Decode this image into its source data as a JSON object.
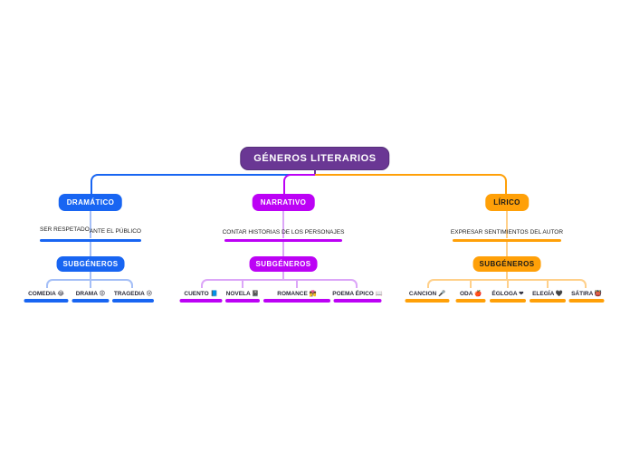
{
  "root": {
    "label": "GÉNEROS LITERARIOS"
  },
  "colors": {
    "root-purple": "#6A3794",
    "blue": "#1865F2",
    "blue-light": "#A5BFF7",
    "magenta": "#BC02F5",
    "magenta-light": "#DCA6F8",
    "orange": "#FFA008",
    "orange-light": "#FFD08A",
    "text-dark": "#2B2B3A",
    "bg": "#FFFFFF"
  },
  "branches": [
    {
      "label": "DRAMÁTICO",
      "description": "SER RESPETADO ANTE EL PÚBLICO",
      "description_parts": [
        "SER RESPETADO",
        "ANTE EL PÚBLICO"
      ],
      "subgenres_label": "SUBGÉNEROS",
      "leaves": [
        "COMEDIA 😂",
        "DRAMA 😡",
        "TRAGEDIA 😢"
      ]
    },
    {
      "label": "NARRATIVO",
      "description": "CONTAR HISTORIAS DE LOS PERSONAJES",
      "subgenres_label": "SUBGÉNEROS",
      "leaves": [
        "CUENTO 📘",
        "NOVELA 📓",
        "ROMANCE 👩‍❤️‍💋‍👨",
        "POEMA ÉPICO 📖"
      ]
    },
    {
      "label": "LÍRICO",
      "description": "EXPRESAR SENTIMIENTOS DEL AUTOR",
      "subgenres_label": "SUBGÉNEROS",
      "leaves": [
        "CANCION 🎤",
        "ODA 🍎",
        "ÉGLOGA ❤",
        "ELEGÍA 🖤",
        "SÁTIRA 👹"
      ]
    }
  ]
}
